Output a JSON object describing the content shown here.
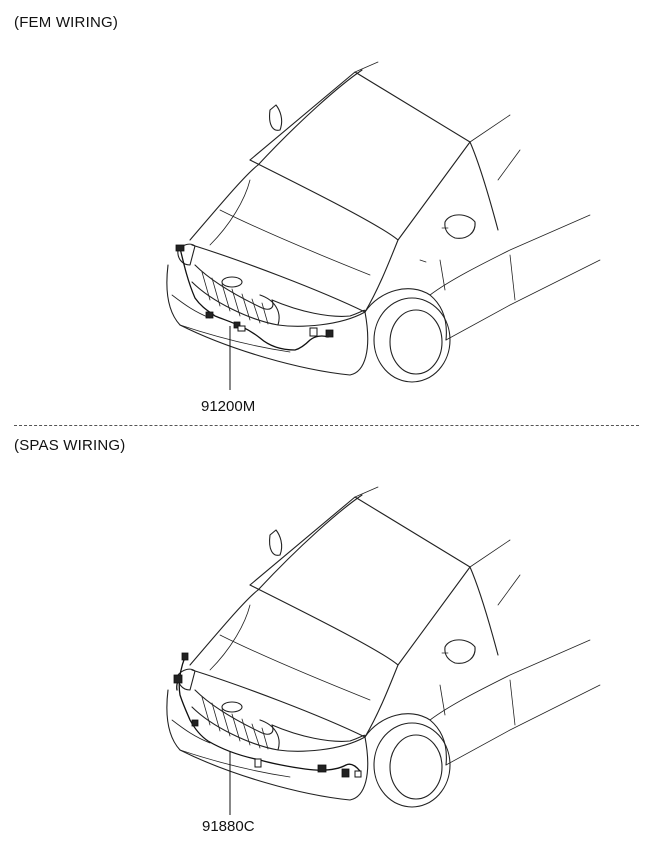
{
  "sections": [
    {
      "title": "(FEM WIRING)",
      "part_number": "91200M"
    },
    {
      "title": "(SPAS WIRING)",
      "part_number": "91880C"
    }
  ]
}
